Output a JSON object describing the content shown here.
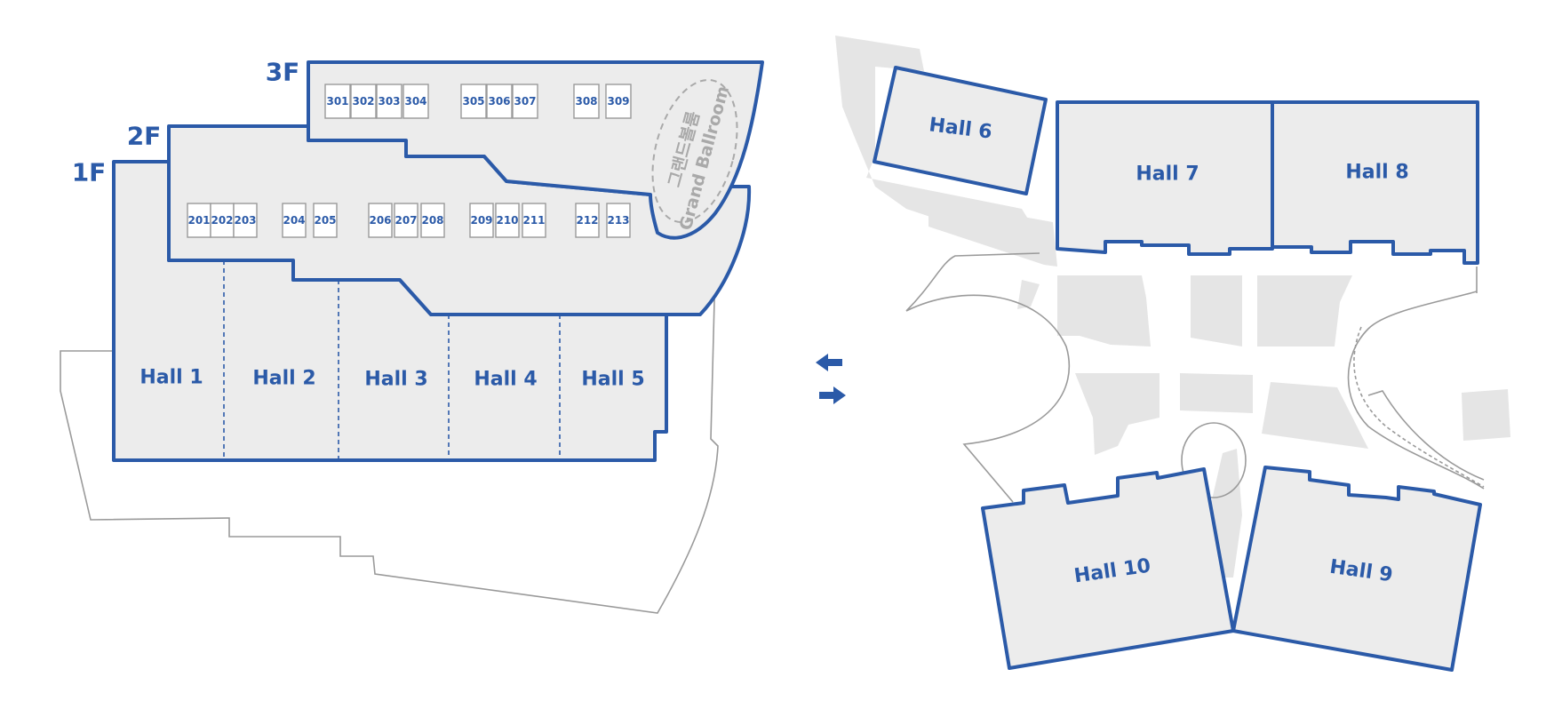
{
  "colors": {
    "accent": "#2b5aa8",
    "hall_fill": "#ececec",
    "outline": "#9a9a9a",
    "background_shape": "#e5e5e5"
  },
  "floors": {
    "f3": "3F",
    "f2": "2F",
    "f1": "1F"
  },
  "rooms_3f": [
    "301",
    "302",
    "303",
    "304",
    "305",
    "306",
    "307",
    "308",
    "309"
  ],
  "rooms_2f": [
    "201",
    "202",
    "203",
    "204",
    "205",
    "206",
    "207",
    "208",
    "209",
    "210",
    "211",
    "212",
    "213"
  ],
  "grand_ballroom": {
    "korean": "그랜드볼룸",
    "english": "Grand Ballroom"
  },
  "halls": {
    "hall1": "Hall 1",
    "hall2": "Hall 2",
    "hall3": "Hall 3",
    "hall4": "Hall 4",
    "hall5": "Hall 5",
    "hall6": "Hall 6",
    "hall7": "Hall 7",
    "hall8": "Hall 8",
    "hall9": "Hall 9",
    "hall10": "Hall 10"
  },
  "icons": {
    "connector": "left-right-arrows-icon"
  }
}
